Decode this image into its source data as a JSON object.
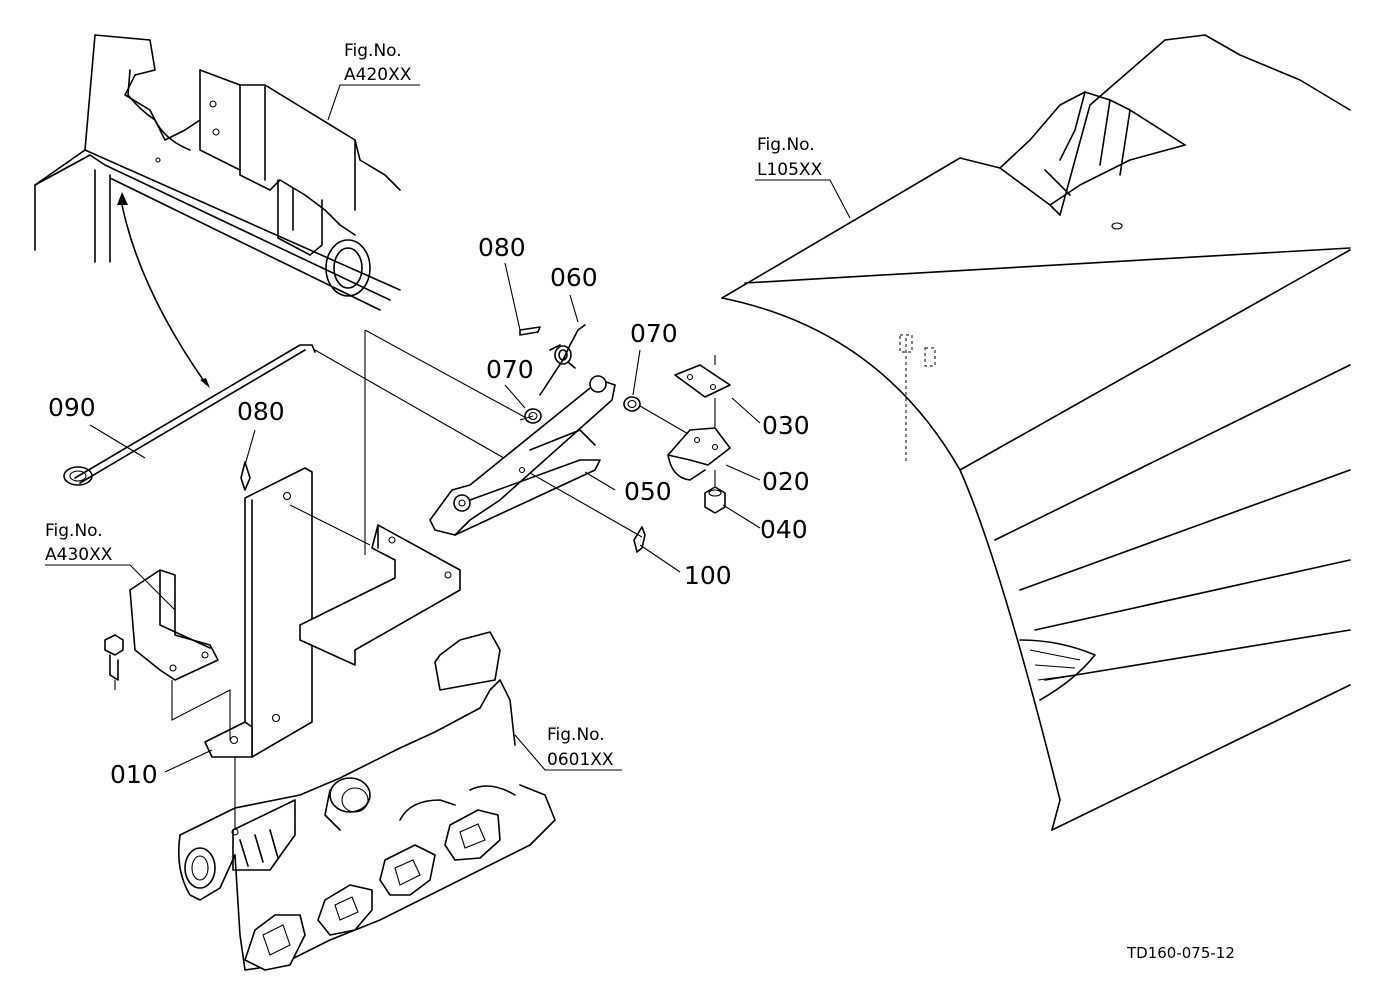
{
  "figure_refs": [
    {
      "id": "a420",
      "label": "Fig.No.",
      "code": "A420XX"
    },
    {
      "id": "l105",
      "label": "Fig.No.",
      "code": "L105XX"
    },
    {
      "id": "a430",
      "label": "Fig.No.",
      "code": "A430XX"
    },
    {
      "id": "0601",
      "label": "Fig.No.",
      "code": "0601XX"
    }
  ],
  "part_callouts": [
    {
      "id": "p080a",
      "number": "080"
    },
    {
      "id": "p060",
      "number": "060"
    },
    {
      "id": "p070a",
      "number": "070"
    },
    {
      "id": "p070b",
      "number": "070"
    },
    {
      "id": "p090",
      "number": "090"
    },
    {
      "id": "p080b",
      "number": "080"
    },
    {
      "id": "p030",
      "number": "030"
    },
    {
      "id": "p020",
      "number": "020"
    },
    {
      "id": "p050",
      "number": "050"
    },
    {
      "id": "p040",
      "number": "040"
    },
    {
      "id": "p100",
      "number": "100"
    },
    {
      "id": "p010",
      "number": "010"
    }
  ],
  "drawing_code": "TD160-075-12"
}
